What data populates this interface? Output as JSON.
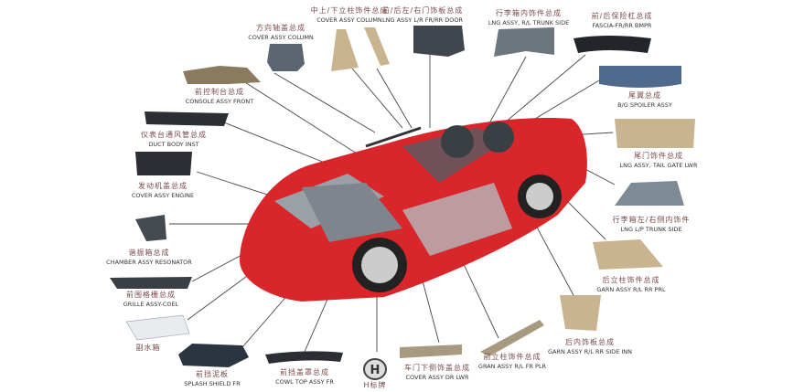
{
  "parts": [
    {
      "id": "column-cover",
      "cn": "方向轴盖总成",
      "en": "COVER ASSY COLUMN"
    },
    {
      "id": "pillar-cover",
      "cn": "中上/下立柱饰件总成",
      "en": "COVER ASSY COLUMN"
    },
    {
      "id": "door-trim",
      "cn": "前/后左/右门饰板总成",
      "en": "LNG ASSY L/R FR/RR DOOR"
    },
    {
      "id": "trunk-trim",
      "cn": "行李箱内饰件总成",
      "en": "LNG ASSY, R/L TRUNK SIDE"
    },
    {
      "id": "bumper",
      "cn": "前/后保险杠总成",
      "en": "FASCIA-FR/RR BMPR"
    },
    {
      "id": "spoiler",
      "cn": "尾翼总成",
      "en": "B/G SPOILER ASSY"
    },
    {
      "id": "tailgate-trim",
      "cn": "尾门饰件总成",
      "en": "LNG ASSY, TAIL GATE LWR"
    },
    {
      "id": "trunk-side",
      "cn": "行李箱左/右侧内饰件",
      "en": "LNG L/P TRUNK SIDE"
    },
    {
      "id": "rear-pillar",
      "cn": "后立柱饰件总成",
      "en": "GARN ASSY R/L RR PRL"
    },
    {
      "id": "rear-side-inner",
      "cn": "后内饰板总成",
      "en": "GARN ASSY R/L RR SIDE INN"
    },
    {
      "id": "front-pillar",
      "cn": "前立柱饰件总成",
      "en": "GRAN ASSY R/L FR PLR"
    },
    {
      "id": "door-lower",
      "cn": "车门下侧饰盖总成",
      "en": "COVER ASSY DR LWR"
    },
    {
      "id": "h-badge",
      "cn": "H标牌",
      "en": ""
    },
    {
      "id": "cowl-top",
      "cn": "前挡盖罩总成",
      "en": "COWL TOP ASSY FR"
    },
    {
      "id": "splash-shield",
      "cn": "前挡泥板",
      "en": "SPLASH SHIELD FR"
    },
    {
      "id": "reserve-tank",
      "cn": "副水箱",
      "en": ""
    },
    {
      "id": "grille",
      "cn": "前围格栅总成",
      "en": "GRILLE ASSY-COEL"
    },
    {
      "id": "resonator",
      "cn": "谐振箱总成",
      "en": "CHAMBER ASSY RESONATOR"
    },
    {
      "id": "engine-cover",
      "cn": "发动机盖总成",
      "en": "COVER ASSY ENGINE"
    },
    {
      "id": "duct",
      "cn": "仪表台通风管总成",
      "en": "DUCT BODY INST"
    },
    {
      "id": "console",
      "cn": "前控制台总成",
      "en": "CONSOLE ASSY FRONT"
    }
  ],
  "colors": {
    "body": "#d9262a",
    "beige": "#c8b48e",
    "grey": "#5b6670",
    "dark": "#2b2f33",
    "line": "#444444"
  }
}
